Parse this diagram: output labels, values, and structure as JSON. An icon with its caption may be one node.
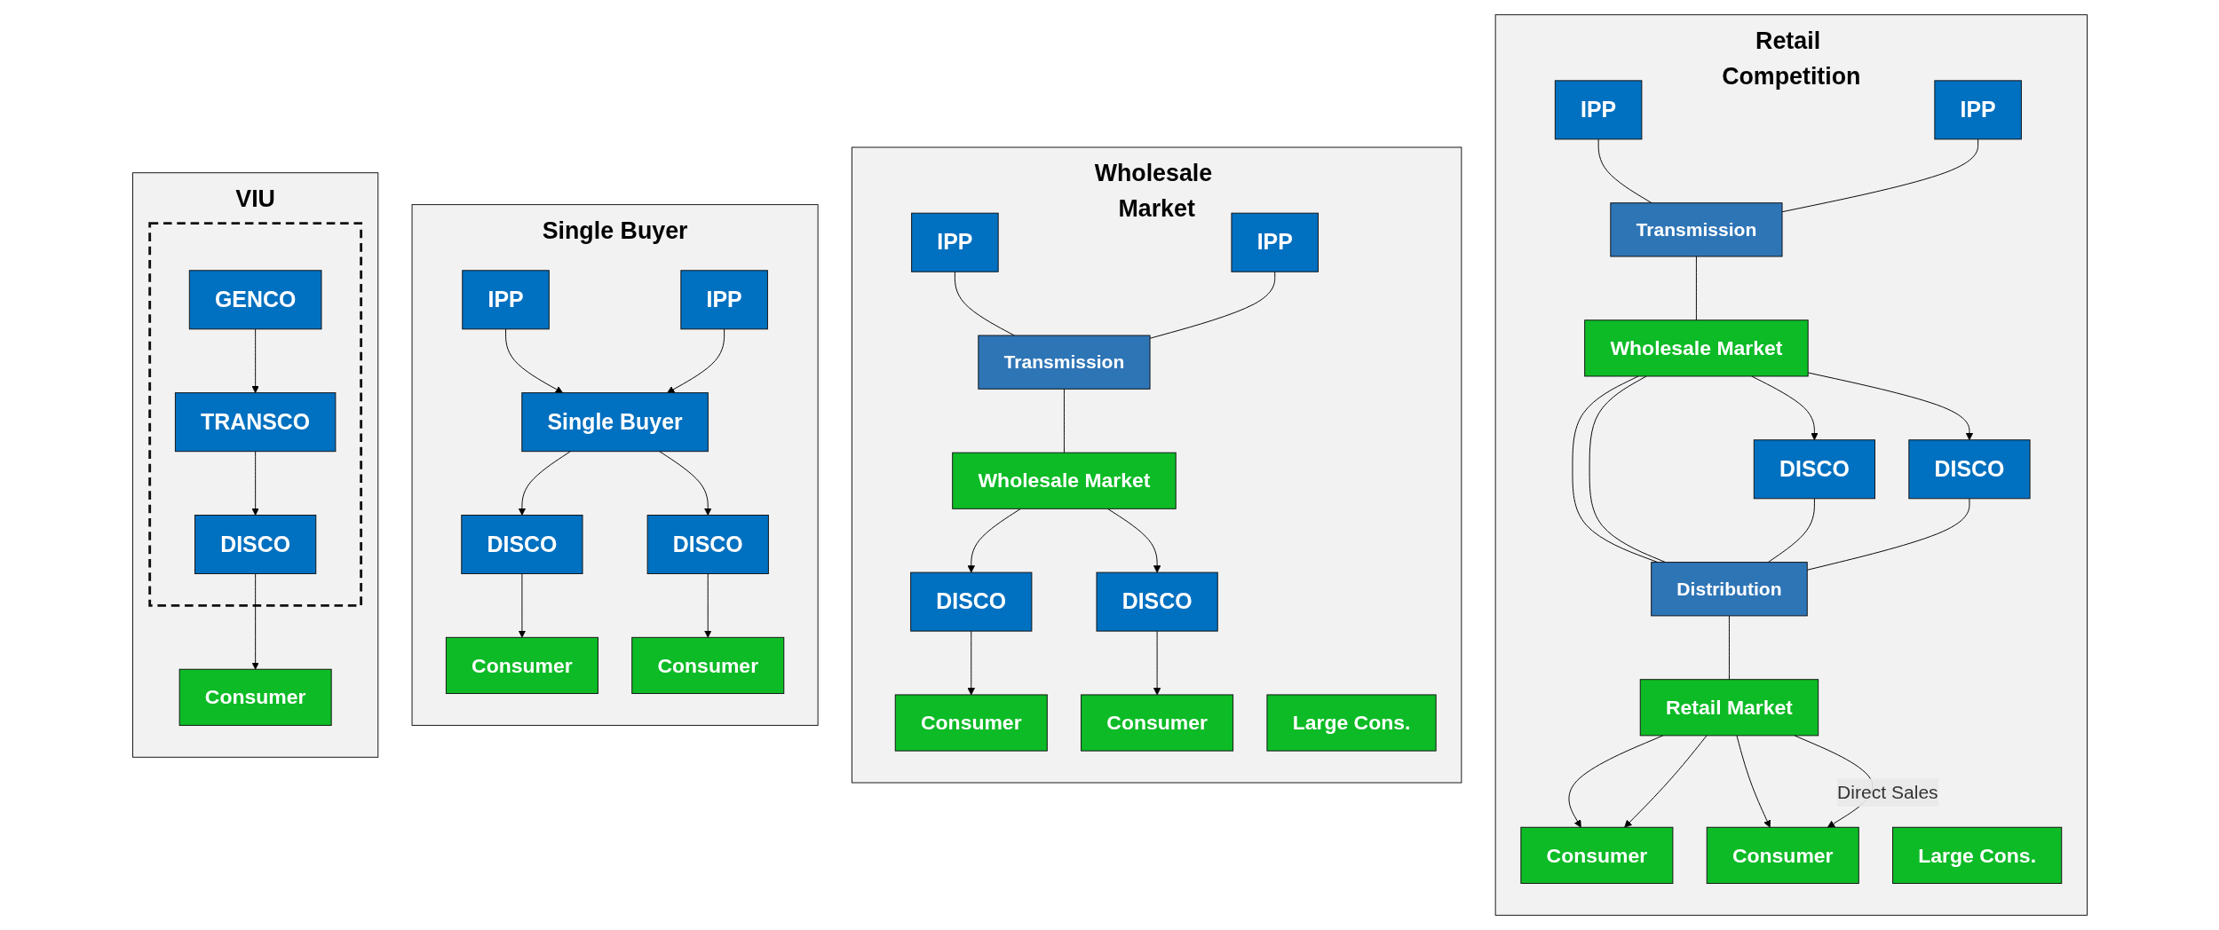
{
  "diagram": {
    "nodes": [
      {
        "text": [
          "VIU"
        ]
      },
      {
        "text": [],
        "shape": "box",
        "in": 0
      },
      {
        "text": [
          "GENCO"
        ],
        "in": 1
      },
      {
        "text": [
          "TRANSCO"
        ],
        "in": 1
      },
      {
        "text": [
          "DISCO"
        ],
        "in": 1
      },
      {
        "text": [
          "Consumer"
        ],
        "in": 0
      },
      {
        "text": [
          "Single Buyer"
        ]
      },
      {
        "text": [
          "IPP"
        ],
        "in": 6
      },
      {
        "text": [
          "IPP"
        ],
        "in": 6
      },
      {
        "text": [
          "Single Buyer"
        ],
        "in": 6
      },
      {
        "text": [
          "DISCO"
        ],
        "in": 6
      },
      {
        "text": [
          "DISCO"
        ],
        "in": 6
      },
      {
        "text": [
          "Consumer"
        ],
        "in": 6
      },
      {
        "text": [
          "Consumer"
        ],
        "in": 6
      },
      {
        "text": [
          "Wholesale Market"
        ]
      },
      {
        "text": [
          "IPP"
        ],
        "in": 14
      },
      {
        "text": [
          "IPP"
        ],
        "in": 14
      },
      {
        "text": [
          "Transmission"
        ],
        "in": 14
      },
      {
        "text": [
          "Wholesale Market"
        ],
        "in": 14
      },
      {
        "text": [
          "Large Cons."
        ],
        "in": 14
      },
      {
        "text": [
          "DISCO"
        ],
        "in": 14
      },
      {
        "text": [
          "DISCO"
        ],
        "in": 14
      },
      {
        "text": [
          "Consumer"
        ],
        "in": 14
      },
      {
        "text": [
          "Consumer"
        ],
        "in": 14
      },
      {
        "text": [
          "Retail Competition"
        ]
      },
      {
        "text": [
          "IPP"
        ],
        "in": 24
      },
      {
        "text": [
          "IPP"
        ],
        "in": 24
      },
      {
        "text": [
          "Transmission"
        ],
        "in": 24
      },
      {
        "text": [
          "Wholesale Market"
        ],
        "in": 24
      },
      {
        "text": [
          "Large Cons."
        ],
        "in": 24
      },
      {
        "text": [
          "DISCO"
        ],
        "in": 24
      },
      {
        "text": [
          "DISCO"
        ],
        "in": 24
      },
      {
        "text": [
          "Distribution"
        ],
        "in": 24
      },
      {
        "text": [
          "Retail Market"
        ],
        "in": 24
      },
      {
        "text": [
          "Consumer"
        ],
        "in": 24
      },
      {
        "text": [
          "Consumer"
        ],
        "in": 24
      }
    ],
    "edges": [
      {
        "from": 2,
        "to": 3,
        "arrow": "to"
      },
      {
        "from": 3,
        "to": 4,
        "arrow": "to"
      },
      {
        "from": 4,
        "to": 5,
        "arrow": "to"
      },
      {
        "from": 7,
        "to": 9,
        "arrow": "to"
      },
      {
        "from": 8,
        "to": 9,
        "arrow": "to"
      },
      {
        "from": 9,
        "to": 10,
        "arrow": "to"
      },
      {
        "from": 9,
        "to": 11,
        "arrow": "to"
      },
      {
        "from": 10,
        "to": 12,
        "arrow": "to"
      },
      {
        "from": 11,
        "to": 13,
        "arrow": "to"
      },
      {
        "from": 15,
        "to": 17,
        "arrow": "none"
      },
      {
        "from": 16,
        "to": 17,
        "arrow": "none"
      },
      {
        "from": 17,
        "to": 18,
        "arrow": "none"
      },
      {
        "from": 18,
        "to": 20,
        "arrow": "to"
      },
      {
        "from": 18,
        "to": 21,
        "arrow": "to"
      },
      {
        "from": 20,
        "to": 22,
        "arrow": "to"
      },
      {
        "from": 21,
        "to": 23,
        "arrow": "to"
      },
      {
        "from": 25,
        "to": 27,
        "arrow": "none"
      },
      {
        "from": 26,
        "to": 27,
        "arrow": "none"
      },
      {
        "from": 27,
        "to": 28,
        "arrow": "none"
      },
      {
        "from": 28,
        "to": 30,
        "arrow": "to"
      },
      {
        "from": 28,
        "to": 31,
        "arrow": "to"
      },
      {
        "from": 28,
        "to": 32,
        "arrow": "none"
      },
      {
        "from": 28,
        "to": 32,
        "arrow": "none"
      },
      {
        "from": 30,
        "to": 32,
        "arrow": "none"
      },
      {
        "from": 31,
        "to": 32,
        "arrow": "none"
      },
      {
        "from": 32,
        "to": 33,
        "arrow": "none"
      },
      {
        "from": 33,
        "to": 34,
        "arrow": "to"
      },
      {
        "from": 33,
        "to": 34,
        "arrow": "to"
      },
      {
        "from": 33,
        "to": 35,
        "arrow": "to"
      },
      {
        "from": 33,
        "to": 35,
        "arrow": "to",
        "label": "Direct Sales"
      }
    ]
  }
}
